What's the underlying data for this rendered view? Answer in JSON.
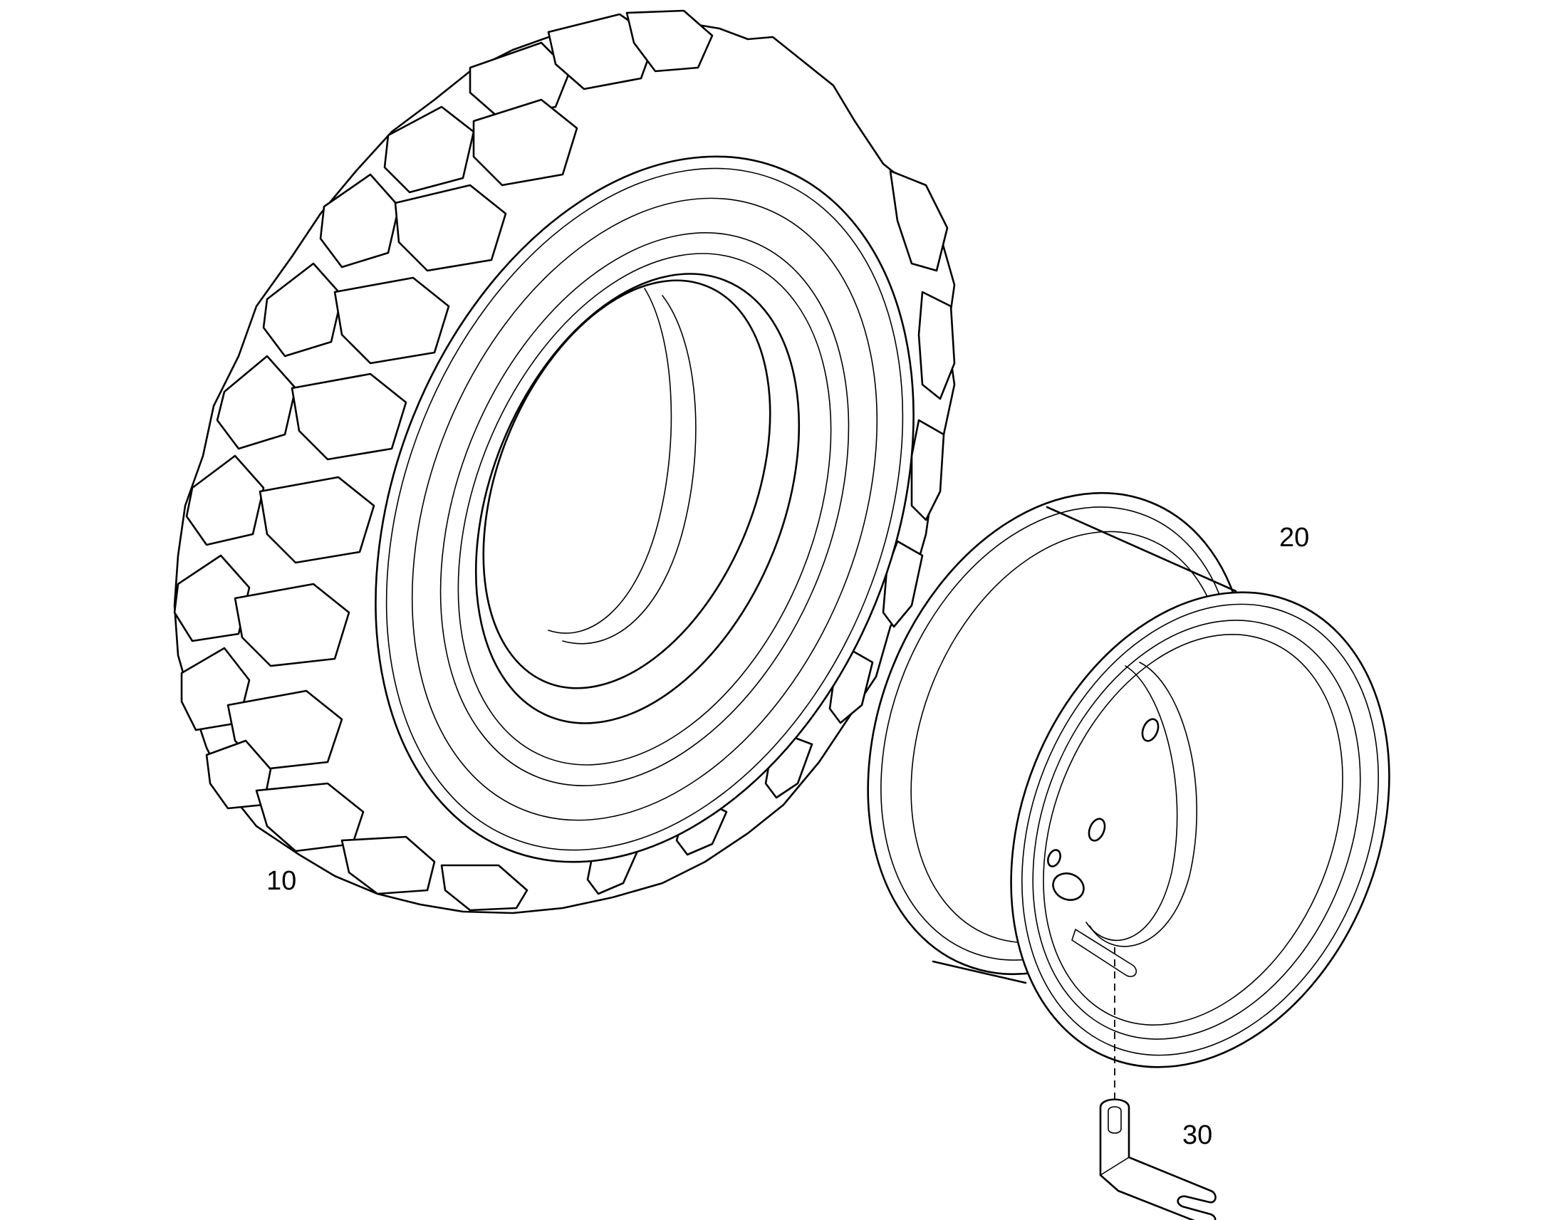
{
  "diagram": {
    "callouts": [
      {
        "id": "10",
        "label": "10",
        "part": "tire"
      },
      {
        "id": "20",
        "label": "20",
        "part": "wheel-rim"
      },
      {
        "id": "30",
        "label": "30",
        "part": "valve-bracket"
      }
    ]
  },
  "colors": {
    "line": "#000000",
    "background": "#ffffff"
  }
}
